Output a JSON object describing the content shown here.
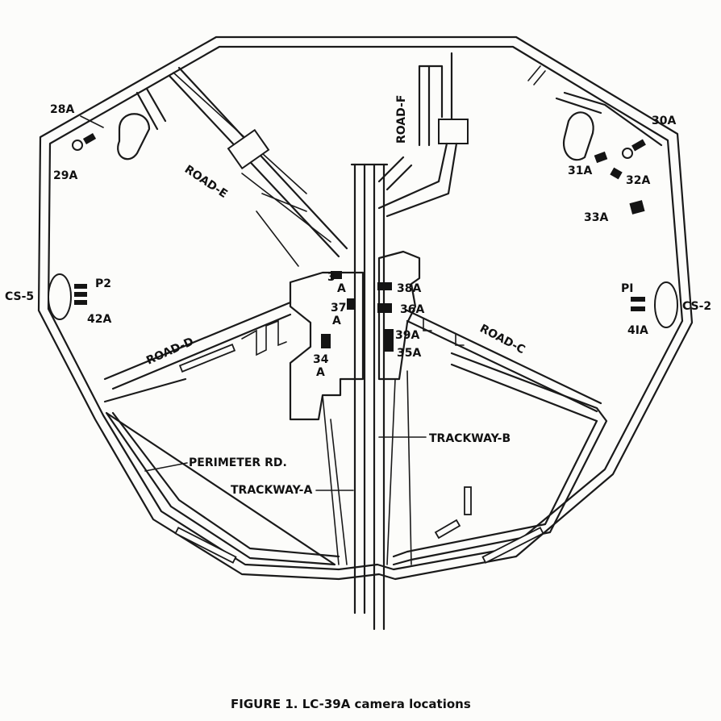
{
  "figure": {
    "caption": "FIGURE 1.  LC-39A camera locations"
  },
  "roads": {
    "road_e": "ROAD-E",
    "road_f": "ROAD-F",
    "road_d": "ROAD-D",
    "road_c": "ROAD-C",
    "perimeter": "PERIMETER RD.",
    "trackway_a": "TRACKWAY-A",
    "trackway_b": "TRACKWAY-B"
  },
  "stations": {
    "cs5": "CS-5",
    "cs2": "CS-2",
    "p1": "PI",
    "p2": "P2"
  },
  "cameras": {
    "c28": "28A",
    "c29": "29A",
    "c30": "30A",
    "c31": "31A",
    "c32": "32A",
    "c33": "33A",
    "c3": "3",
    "c3b": "A",
    "c37": "37",
    "c37b": "A",
    "c34": "34",
    "c34b": "A",
    "c38": "38A",
    "c36": "36A",
    "c39": "39A",
    "c35": "35A",
    "c42": "42A",
    "c41": "4IA"
  }
}
